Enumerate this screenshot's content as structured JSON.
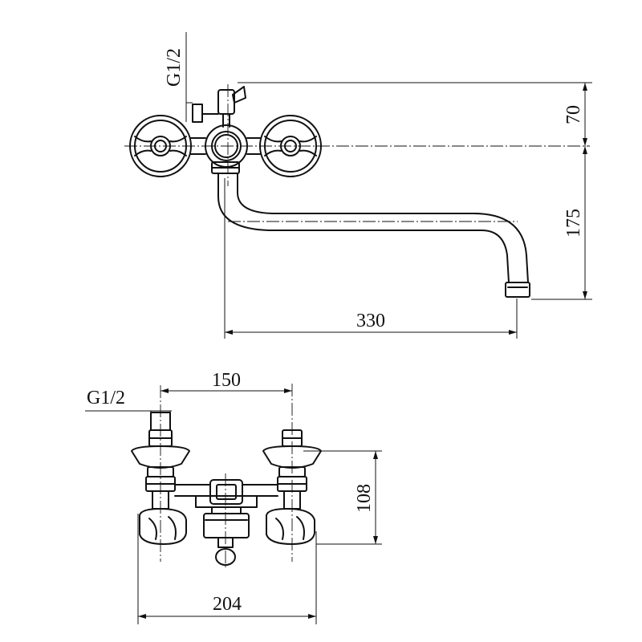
{
  "top_view": {
    "thread_label": "G1/2",
    "dim_height_upper": "70",
    "dim_height_lower": "175",
    "dim_spout_length": "330"
  },
  "front_view": {
    "thread_label": "G1/2",
    "dim_center_distance": "150",
    "dim_height": "108",
    "dim_total_width": "204"
  }
}
